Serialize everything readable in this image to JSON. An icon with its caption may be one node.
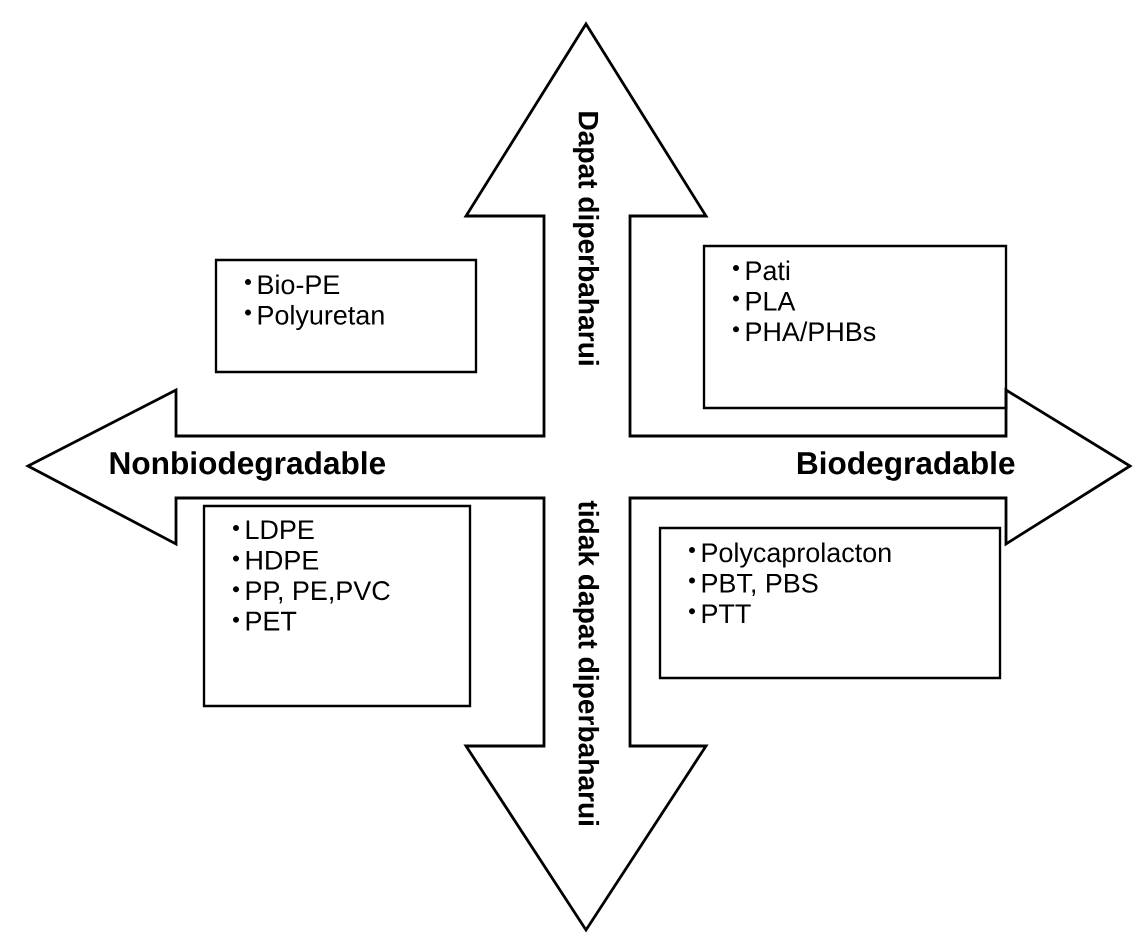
{
  "diagram": {
    "nodes": [
      {
        "text": [
          "Bio-PE",
          "Polyuretan"
        ]
      },
      {
        "text": [
          "Pati",
          "PLA",
          "PHA/PHBs"
        ]
      },
      {
        "text": [
          "LDPE",
          "HDPE",
          "PP, PE,PVC",
          "PET"
        ]
      },
      {
        "text": [
          "Polycaprolacton",
          "PBT, PBS",
          "PTT"
        ]
      }
    ],
    "labels": [
      "Dapat diperbaharui",
      "Nonbiodegradable",
      "Biodegradable",
      "tidak dapat diperbaharui"
    ]
  }
}
